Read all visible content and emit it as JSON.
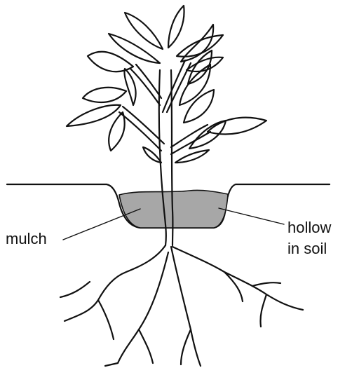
{
  "labels": {
    "mulch": "mulch",
    "hollow_line1": "hollow",
    "hollow_line2": "in soil"
  },
  "colors": {
    "ink": "#111111",
    "mulch_fill": "#a7a7a7",
    "background": "#ffffff"
  }
}
